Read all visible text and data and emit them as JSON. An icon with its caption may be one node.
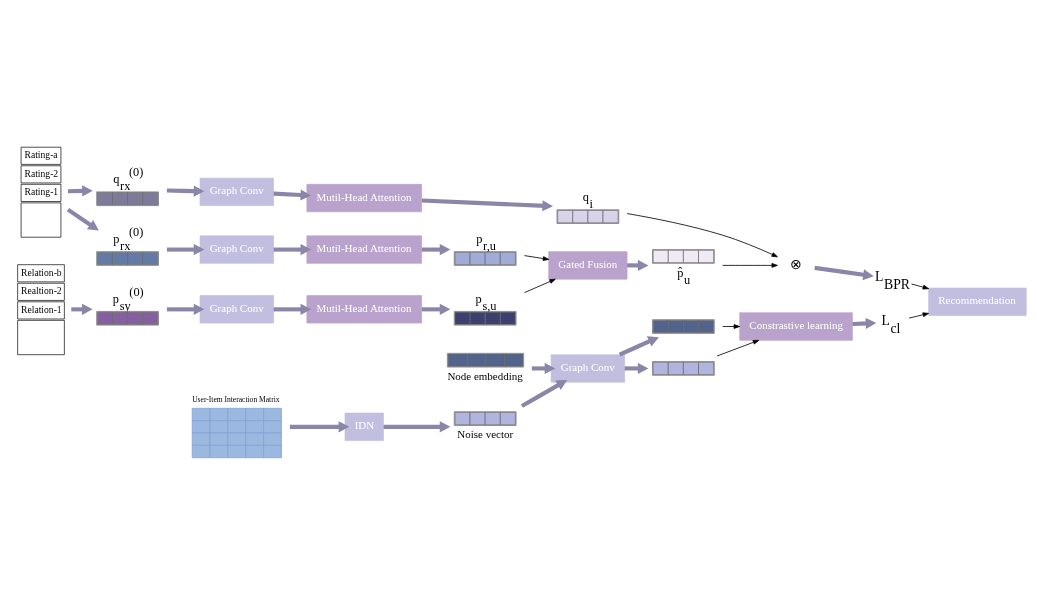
{
  "diagram": {
    "nodes": [
      {
        "text": [
          "Rating-a",
          "Rating-2",
          "Rating-1"
        ]
      },
      {
        "text": [
          "q$_{rx}$$^{(0)}$"
        ]
      },
      {
        "text": [
          "Graph Conv"
        ]
      },
      {
        "text": [
          "Mutil-Head Attention"
        ]
      },
      {
        "text": [
          "q$_{i}$"
        ]
      },
      {
        "text": [
          "p$_{rx}$$^{(0)}$"
        ]
      },
      {
        "text": [
          "Graph Conv"
        ]
      },
      {
        "text": [
          "Mutil-Head Attention"
        ]
      },
      {
        "text": [
          "p$_{r,u}$"
        ]
      },
      {
        "text": [
          "Relation-b",
          "Realtion-2",
          "Relation-1"
        ]
      },
      {
        "text": [
          "p$_{sy}$$^{(0)}$"
        ]
      },
      {
        "text": [
          "Graph Conv"
        ]
      },
      {
        "text": [
          "Mutil-Head Attention"
        ]
      },
      {
        "text": [
          "p$_{s,u}$"
        ]
      },
      {
        "text": [
          "Gated Fusion"
        ]
      },
      {
        "text": [
          "p̂$_{u}$"
        ]
      },
      {
        "text": [
          "⊗"
        ]
      },
      {
        "text": [
          "L$_{BPR}$"
        ]
      },
      {
        "text": [
          "Recommendation"
        ]
      },
      {
        "text": [
          "User-Item Interaction Matrix"
        ]
      },
      {
        "text": [
          "IDN"
        ]
      },
      {
        "text": [],
        "shape": "bar",
        "beside": [
          "Node embedding"
        ]
      },
      {
        "text": [],
        "shape": "bar",
        "beside": [
          "Noise vector"
        ]
      },
      {
        "text": [
          "Graph Conv"
        ]
      },
      {
        "text": [],
        "shape": "bar"
      },
      {
        "text": [],
        "shape": "bar"
      },
      {
        "text": [
          "Constrastive learning"
        ]
      },
      {
        "text": [
          "L$_{cl}$"
        ]
      }
    ],
    "edges": [
      {
        "from": 0,
        "to": 1,
        "arrow": "to"
      },
      {
        "from": 0,
        "to": 5,
        "arrow": "to"
      },
      {
        "from": 1,
        "to": 2,
        "arrow": "to"
      },
      {
        "from": 2,
        "to": 3,
        "arrow": "to"
      },
      {
        "from": 3,
        "to": 4,
        "arrow": "to"
      },
      {
        "from": 5,
        "to": 6,
        "arrow": "to"
      },
      {
        "from": 6,
        "to": 7,
        "arrow": "to"
      },
      {
        "from": 7,
        "to": 8,
        "arrow": "to"
      },
      {
        "from": 9,
        "to": 10,
        "arrow": "to"
      },
      {
        "from": 10,
        "to": 11,
        "arrow": "to"
      },
      {
        "from": 11,
        "to": 12,
        "arrow": "to"
      },
      {
        "from": 12,
        "to": 13,
        "arrow": "to"
      },
      {
        "from": 8,
        "to": 14,
        "arrow": "to",
        "color": "#000000"
      },
      {
        "from": 13,
        "to": 14,
        "arrow": "to",
        "color": "#000000"
      },
      {
        "from": 14,
        "to": 15,
        "arrow": "to"
      },
      {
        "from": 4,
        "to": 16,
        "arrow": "to",
        "color": "#000000"
      },
      {
        "from": 15,
        "to": 16,
        "arrow": "to",
        "color": "#000000"
      },
      {
        "from": 16,
        "to": 17,
        "arrow": "to"
      },
      {
        "from": 17,
        "to": 18,
        "arrow": "to",
        "color": "#000000"
      },
      {
        "from": 27,
        "to": 18,
        "arrow": "to",
        "color": "#000000"
      },
      {
        "from": 19,
        "to": 20,
        "arrow": "to"
      },
      {
        "from": 20,
        "to": 22,
        "arrow": "to"
      },
      {
        "from": 21,
        "to": 23,
        "arrow": "to"
      },
      {
        "from": 22,
        "to": 23,
        "arrow": "to"
      },
      {
        "from": 23,
        "to": 24,
        "arrow": "to"
      },
      {
        "from": 23,
        "to": 25,
        "arrow": "to"
      },
      {
        "from": 24,
        "to": 26,
        "arrow": "to",
        "color": "#000000"
      },
      {
        "from": 25,
        "to": 26,
        "arrow": "to",
        "color": "#000000"
      },
      {
        "from": 26,
        "to": 27,
        "arrow": "to"
      }
    ]
  }
}
